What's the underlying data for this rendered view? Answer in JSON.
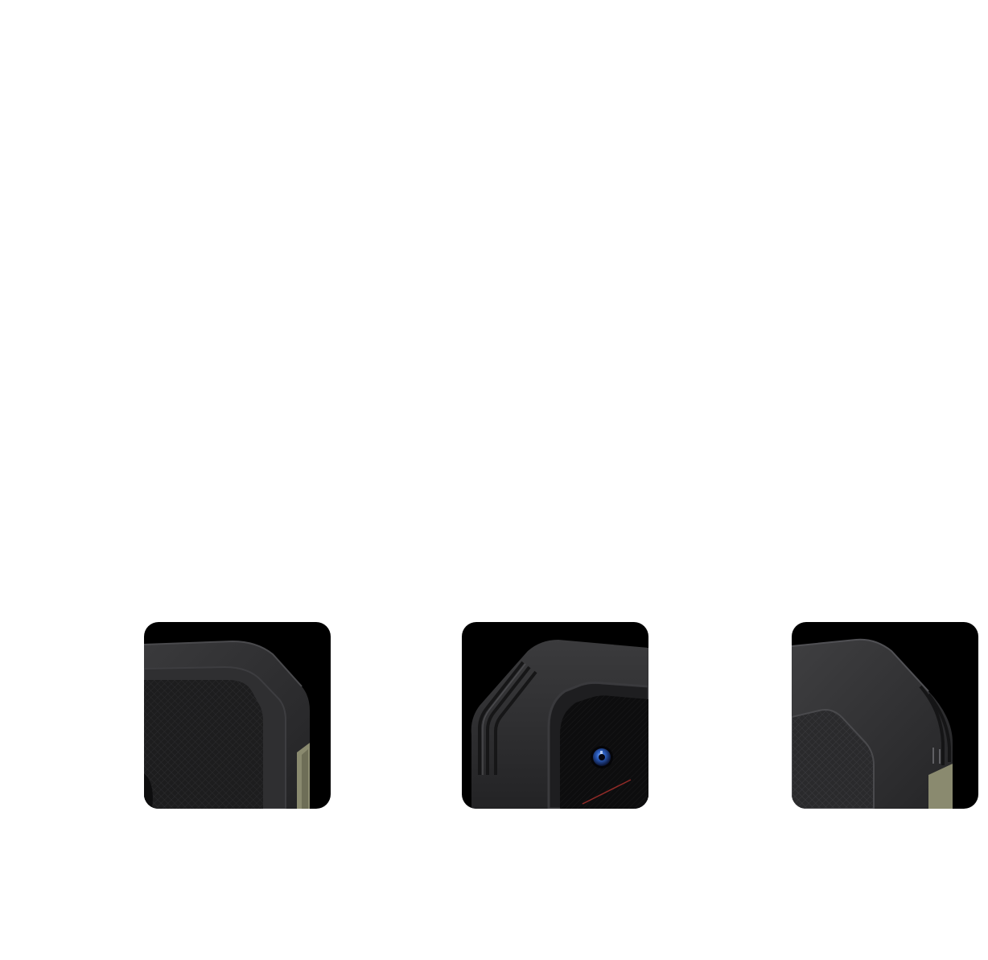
{
  "page": {
    "background_color": "#ffffff"
  },
  "tiles": [
    {
      "subject": "rugged-phone-case-corner-closeup",
      "icon": "phone-case-corner-icon"
    },
    {
      "subject": "rugged-phone-case-camera-corner-closeup",
      "icon": "phone-case-camera-corner-icon"
    },
    {
      "subject": "rugged-phone-case-side-grip-closeup",
      "icon": "phone-case-side-grip-icon"
    }
  ],
  "colors": {
    "tile_background": "#000000",
    "case_body": "#2b2b2d",
    "case_highlight": "#4a4a4d",
    "case_shadow": "#151516",
    "phone_frame_accent": "#8a8a6f",
    "grip_texture": "#1b1b1c",
    "lens_blue": "#2e63c9",
    "laser_red": "#b3322e"
  }
}
